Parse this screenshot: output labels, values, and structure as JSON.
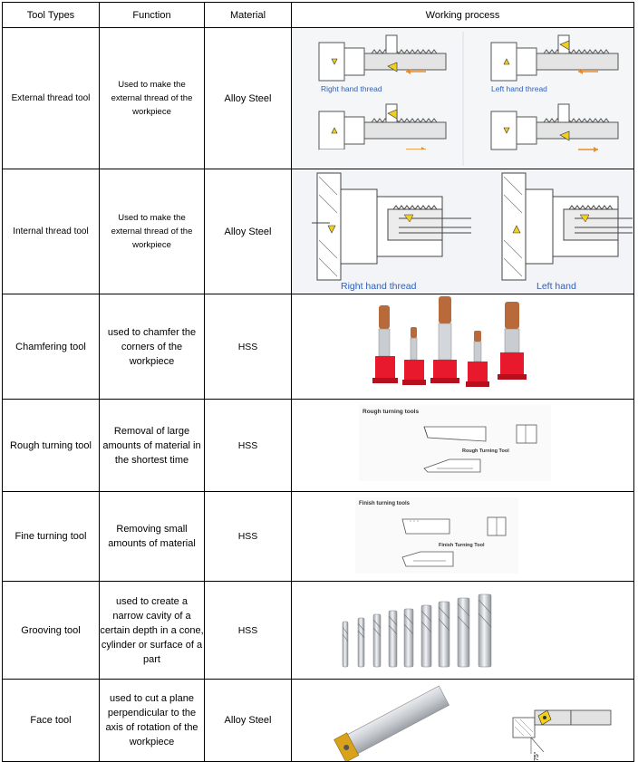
{
  "headers": {
    "tool_types": "Tool Types",
    "function": "Function",
    "material": "Material",
    "working_process": "Working process"
  },
  "rows": [
    {
      "name": "External thread tool",
      "function": "Used to make the external thread of the workpiece",
      "material": "Alloy Steel",
      "captions": {
        "right": "Right hand thread",
        "left": "Left hand thread"
      },
      "image": "external-thread-diagram"
    },
    {
      "name": "Internal thread tool",
      "function": "Used to make the external thread of the workpiece",
      "material": "Alloy Steel",
      "captions": {
        "right": "Right hand thread",
        "left": "Left hand"
      },
      "image": "internal-thread-diagram"
    },
    {
      "name": "Chamfering tool",
      "function": "used to chamfer the corners of the workpiece",
      "material": "HSS",
      "image": "chamfer-end-mills-photo"
    },
    {
      "name": "Rough turning tool",
      "function": "Removal of large amounts of material in the shortest time",
      "material": "HSS",
      "captions": {
        "title": "Rough turning tools",
        "label": "Rough Turning Tool"
      },
      "image": "rough-turning-tool-drawing"
    },
    {
      "name": "Fine turning tool",
      "function": "Removing small amounts of material",
      "material": "HSS",
      "captions": {
        "title": "Finish turning tools",
        "label": "Finish Turning Tool"
      },
      "image": "finish-turning-tool-drawing"
    },
    {
      "name": "Grooving tool",
      "function": "used to create a narrow cavity of a certain depth in a cone, cylinder or surface of a part",
      "material": "HSS",
      "image": "grooving-end-mills-photo"
    },
    {
      "name": "Face tool",
      "function": "used to cut a plane perpendicular to the axis of rotation of the workpiece",
      "material": "Alloy Steel",
      "captions": {
        "angle": "75°"
      },
      "image": "face-tool-photo-and-diagram"
    }
  ],
  "colors": {
    "accent_yellow": "#f2cf1d",
    "arrow_orange": "#f08a24",
    "caption_blue": "#2f5fb8",
    "holder_red": "#e8192c",
    "coating_copper": "#b86a3a"
  }
}
